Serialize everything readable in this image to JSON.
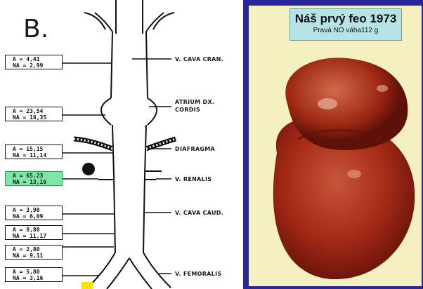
{
  "diagram": {
    "panel_label": "B.",
    "vessels": [
      "V. CAVA CRAN.",
      "ATRIUM DX.",
      "CORDIS",
      "DIAFRAGMA",
      "V. RENALIS",
      "V. CAVA CAUD.",
      "V. FEMORALIS"
    ],
    "values": [
      {
        "a": "A = 4,41",
        "na": "NA = 2,99"
      },
      {
        "a": "A = 23,54",
        "na": "NA = 18,35"
      },
      {
        "a": "A = 15,15",
        "na": "NA = 11,14"
      },
      {
        "a": "A = 65,23",
        "na": "NA = 13,16",
        "highlight": true
      },
      {
        "a": "A = 3,90",
        "na": "NA = 6,09"
      },
      {
        "a": "A = 8,80",
        "na": "NA = 11,17"
      },
      {
        "a": "A = 2,80",
        "na": "NA = 9,11"
      },
      {
        "a": "A = 5,80",
        "na": "NA = 3,16"
      }
    ]
  },
  "photo": {
    "title": "Náš prvý feo 1973",
    "subtitle": "Pravá NO váha112 g"
  },
  "colors": {
    "highlight_box": "#7fe6a6",
    "photo_frame": "#2a2899",
    "title_box": "#b8e3e6",
    "tumor": "#a52a17"
  }
}
